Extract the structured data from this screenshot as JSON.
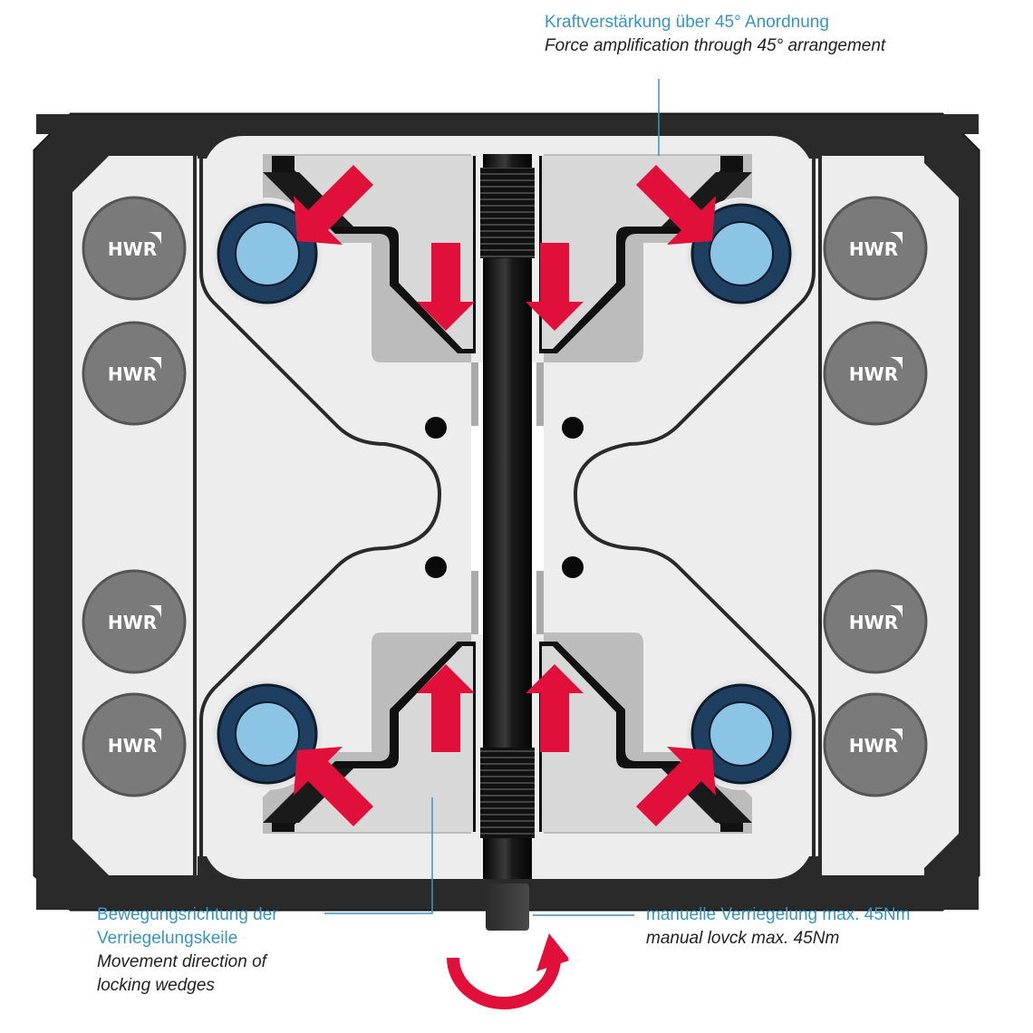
{
  "annotations": {
    "force_amplification": {
      "de": "Kraftverstärkung über 45° Anordnung",
      "en": "Force amplification through 45° arrangement"
    },
    "movement_direction": {
      "de_line1": "Bewegungsrichtung der",
      "de_line2": "Verriegelungskeile",
      "en_line1": "Movement direction of",
      "en_line2": "locking wedges"
    },
    "manual_lock": {
      "de": "manuelle Verriegelung max. 45Nm",
      "en": "manual lovck max. 45Nm"
    }
  },
  "logo_buttons": {
    "text": "HWR",
    "count": 8
  },
  "colors": {
    "accent_blue": "#3a94c3",
    "arrow_red": "#e0103a",
    "frame": "#2a2a2a",
    "plate": "#ededed",
    "wedge": "#d6d6d6",
    "logo_disc": "#7a7a7a",
    "pin_light": "#8cc4e6",
    "pin_dark": "#1f3f60"
  }
}
